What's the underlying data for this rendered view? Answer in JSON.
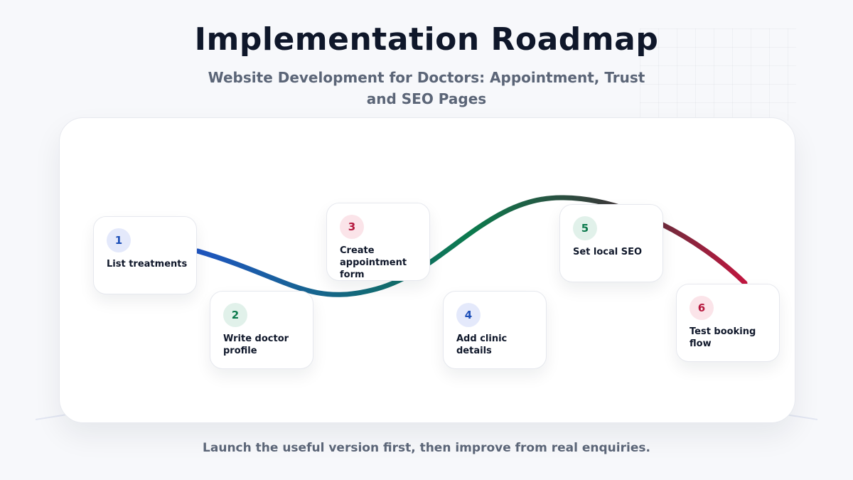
{
  "title": "Implementation Roadmap",
  "subtitle": "Website Development for Doctors: Appointment, Trust and SEO Pages",
  "steps": [
    {
      "number": "1",
      "label": "List treatments",
      "color": "#1d4fb8"
    },
    {
      "number": "2",
      "label": "Write doctor\nprofile",
      "color": "#0c7a4d"
    },
    {
      "number": "3",
      "label": "Create\nappointment form",
      "color": "#b5173d"
    },
    {
      "number": "4",
      "label": "Add clinic\ndetails",
      "color": "#1d4fb8"
    },
    {
      "number": "5",
      "label": "Set local SEO",
      "color": "#0c7a4d"
    },
    {
      "number": "6",
      "label": "Test booking\nflow",
      "color": "#b5173d"
    }
  ],
  "footer": "Launch the useful version first, then improve from real enquiries.",
  "colors": {
    "blue": "#1d4fb8",
    "green": "#0c7a4d",
    "red": "#b5173d",
    "dark": "#3a3a3a"
  }
}
